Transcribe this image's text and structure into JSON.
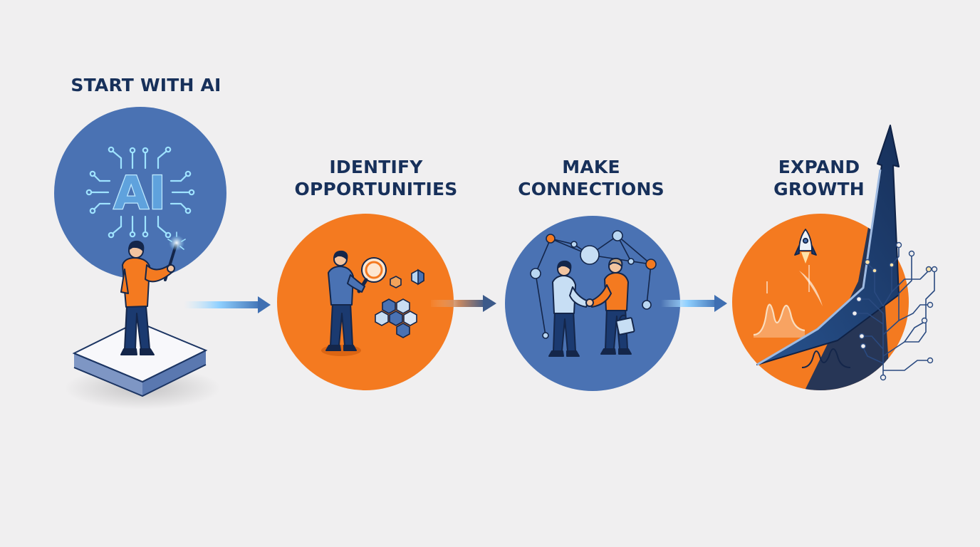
{
  "steps": [
    {
      "title_lines": [
        "START WITH AI"
      ]
    },
    {
      "title_lines": [
        "IDENTIFY",
        "OPPORTUNITIES"
      ]
    },
    {
      "title_lines": [
        "MAKE",
        "CONNECTIONS"
      ]
    },
    {
      "title_lines": [
        "EXPAND",
        "GROWTH"
      ]
    }
  ],
  "ai_label": "AI",
  "colors": {
    "background": "#f0eff0",
    "blue": "#4a72b3",
    "orange": "#f47a20",
    "navy": "#17305a",
    "cyan": "#9fe3ff"
  }
}
